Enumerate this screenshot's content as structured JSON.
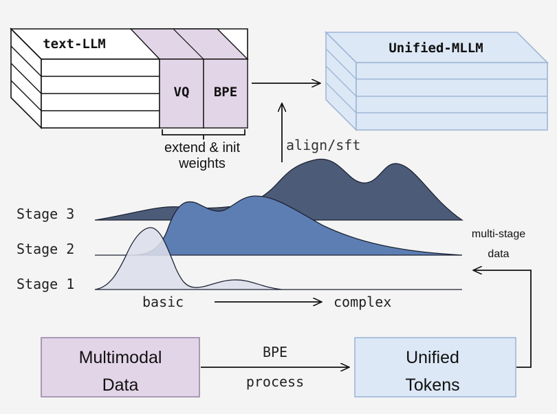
{
  "text_llm_label": "text-LLM",
  "vq_label": "VQ",
  "bpe_label": "BPE",
  "extend_label_line1": "extend & init",
  "extend_label_line2": "weights",
  "unified_mllm_label": "Unified-MLLM",
  "align_label": "align/sft",
  "stage_labels": [
    "Stage 3",
    "Stage 2",
    "Stage 1"
  ],
  "basic_label": "basic",
  "complex_label": "complex",
  "multistage_line1": "multi-stage",
  "multistage_line2": "data",
  "multimodal_line1": "Multimodal",
  "multimodal_line2": "Data",
  "bpe_process_line1": "BPE",
  "bpe_process_line2": "process",
  "unified_tokens_line1": "Unified",
  "unified_tokens_line2": "Tokens",
  "colors": {
    "background": "#f4f4f4",
    "purple_fill": "#e3d5e8",
    "purple_fill_dark": "#d9c8e0",
    "blue_box_fill": "#dce8f6",
    "blue_box_stroke": "#9fb6d6",
    "stage3_fill": "#4c5b78",
    "stage2_fill": "#5d7eb3",
    "stage1_fill": "#dcdeea"
  }
}
